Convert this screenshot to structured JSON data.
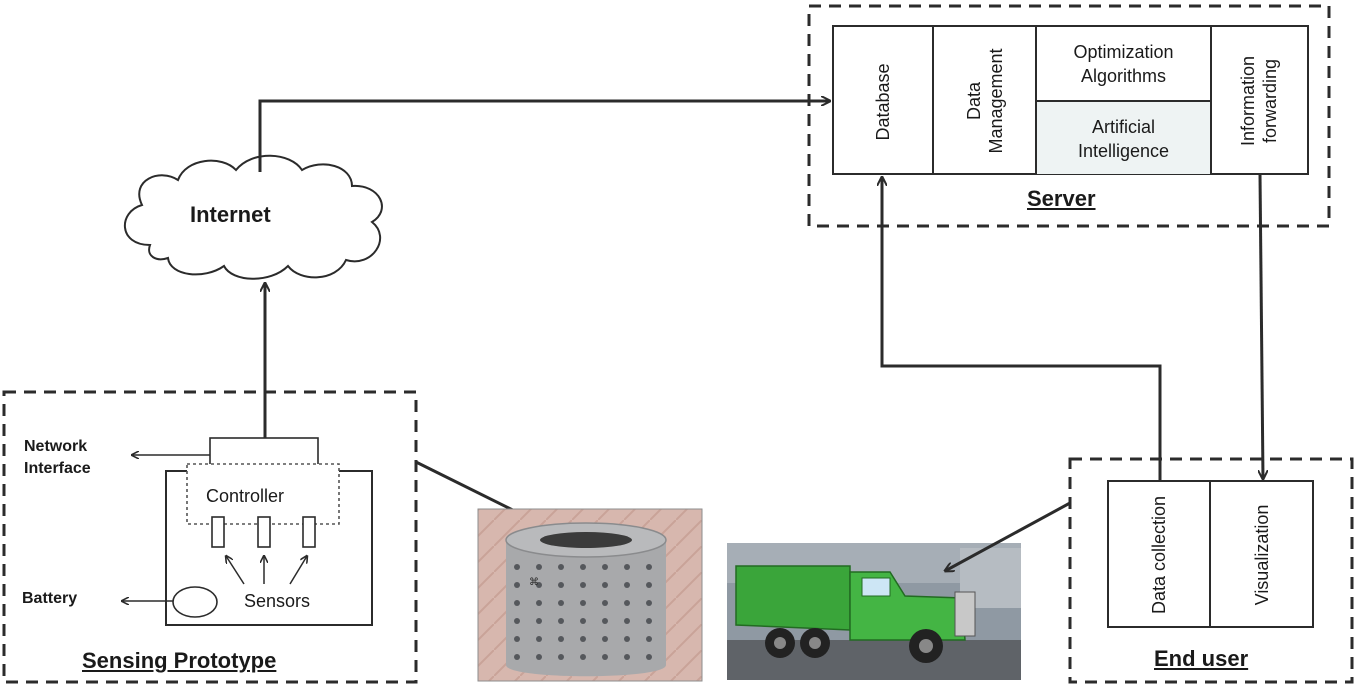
{
  "internet": {
    "label": "Internet"
  },
  "server": {
    "title": "Server",
    "database": "Database",
    "data_management": [
      "Data",
      "Management"
    ],
    "optimization": [
      "Optimization",
      "Algorithms"
    ],
    "ai": [
      "Artificial",
      "Intelligence"
    ],
    "info_forwarding": [
      "Information",
      "forwarding"
    ]
  },
  "sensing": {
    "title": "Sensing Prototype",
    "network_interface": [
      "Network",
      "Interface"
    ],
    "controller": "Controller",
    "battery": "Battery",
    "sensors": "Sensors"
  },
  "end_user": {
    "title": "End user",
    "data_collection": "Data collection",
    "visualization": "Visualization"
  },
  "colors": {
    "line": "#2b2b2b",
    "ai_fill": "#eef3f3",
    "bin": "#a8a9ab",
    "truck": "#3aa53a"
  }
}
